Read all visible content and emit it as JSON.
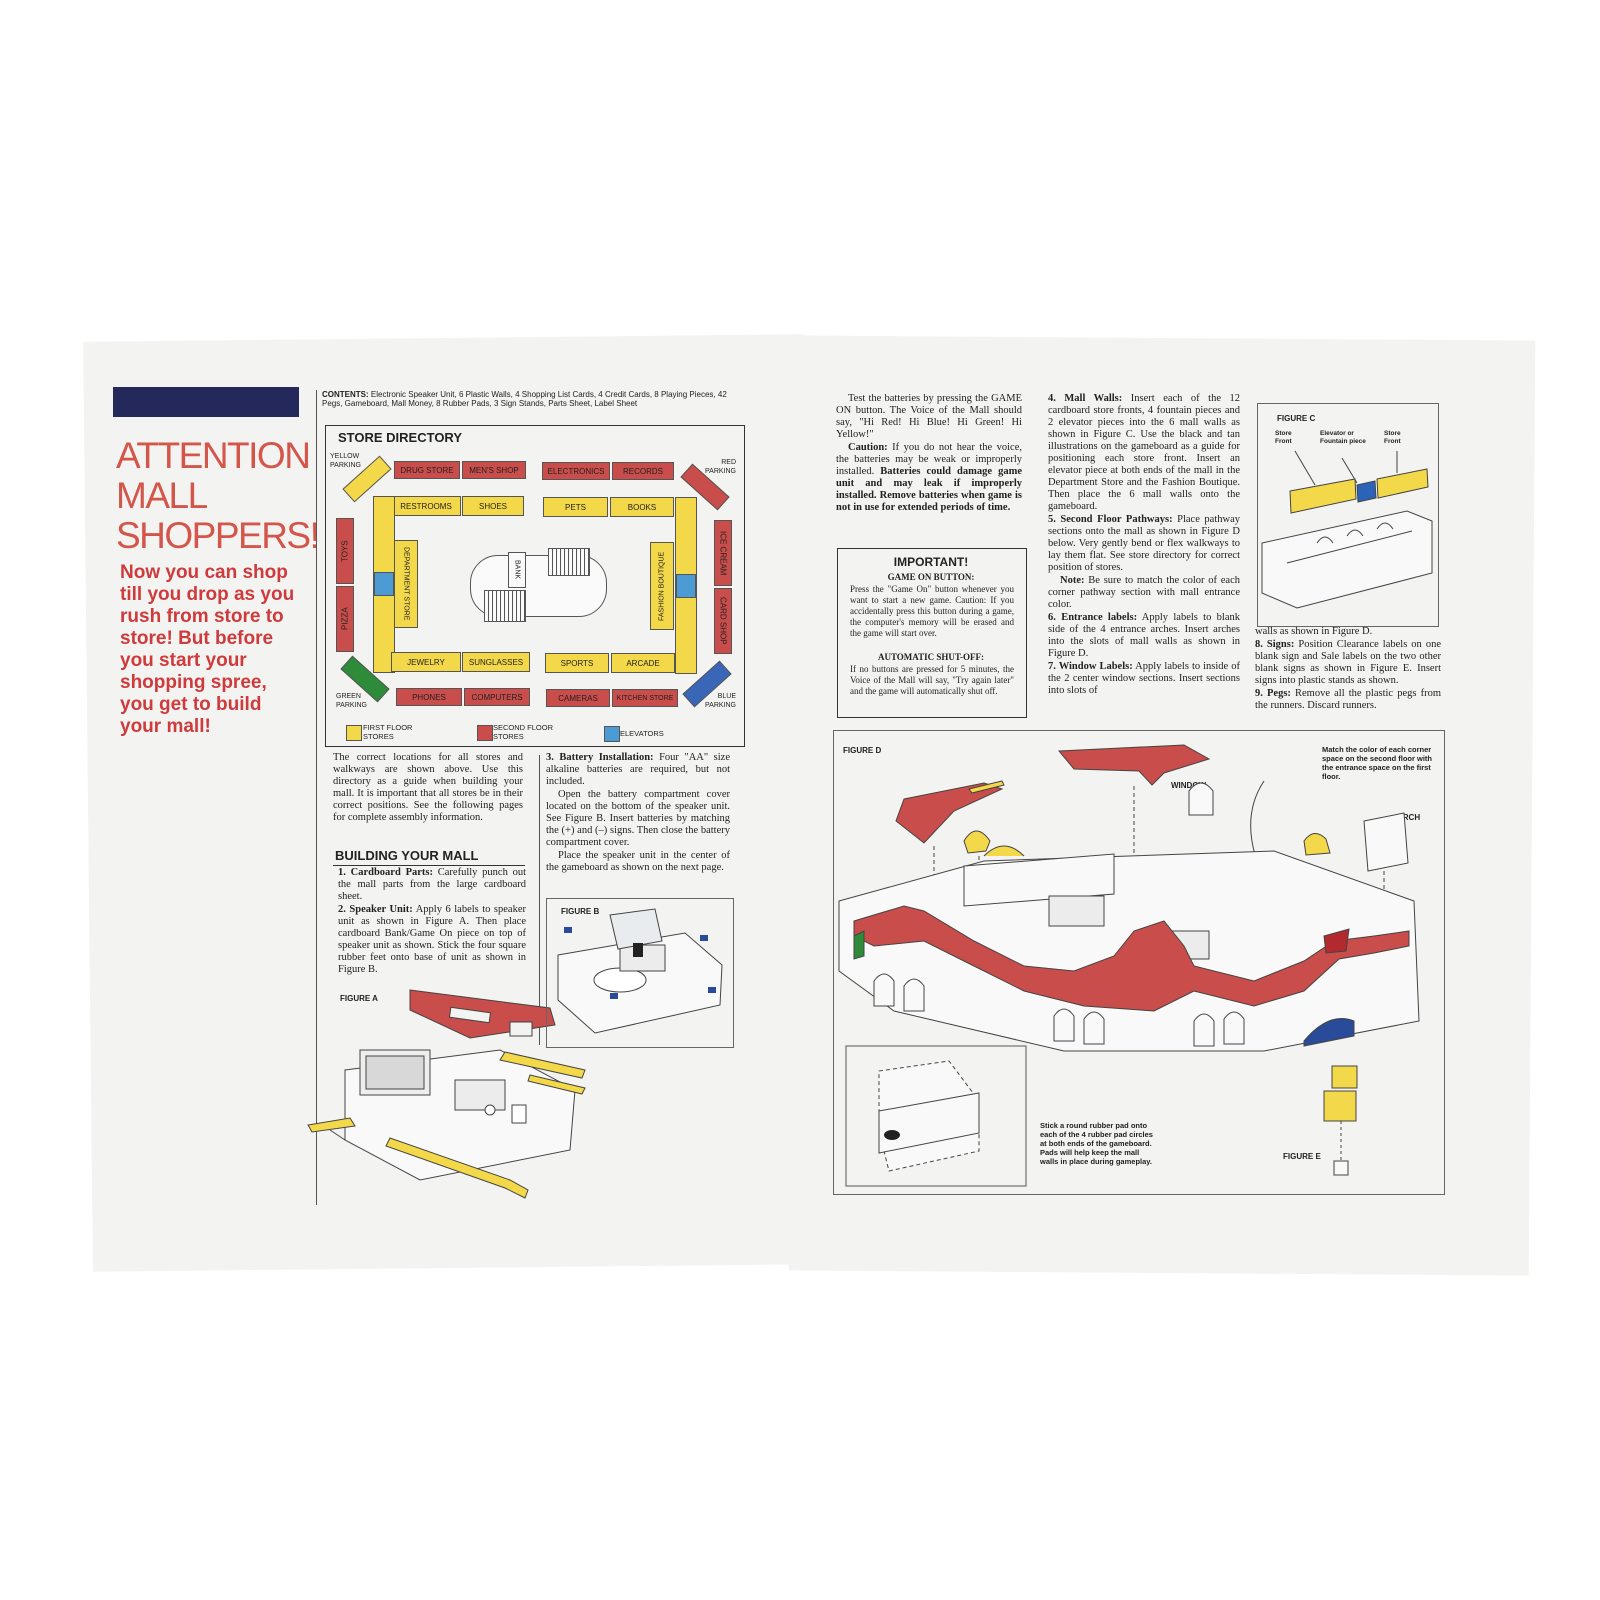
{
  "left_page": {
    "title": "ATTENTION MALL SHOPPERS!",
    "subtitle": "Now you can shop till you drop as you rush from store to store! But before you start your shopping spree, you get to build your mall!"
  },
  "contents": {
    "label": "CONTENTS:",
    "text": "Electronic Speaker Unit, 6 Plastic Walls, 4 Shopping List Cards, 4 Credit Cards, 8 Playing Pieces, 42 Pegs, Gameboard, Mall Money, 8 Rubber Pads, 3 Sign Stands, Parts Sheet, Label Sheet"
  },
  "directory": {
    "title": "STORE DIRECTORY",
    "parking": {
      "yellow": "YELLOW PARKING",
      "red": "RED PARKING",
      "green": "GREEN PARKING",
      "blue": "BLUE PARKING"
    },
    "second_top": [
      "DRUG STORE",
      "MEN'S SHOP",
      "ELECTRONICS",
      "RECORDS"
    ],
    "first_top": [
      "RESTROOMS",
      "SHOES",
      "PETS",
      "BOOKS"
    ],
    "first_bottom": [
      "JEWELRY",
      "SUNGLASSES",
      "SPORTS",
      "ARCADE"
    ],
    "second_bottom": [
      "PHONES",
      "COMPUTERS",
      "CAMERAS",
      "KITCHEN STORE"
    ],
    "second_left": [
      "TOYS",
      "PIZZA"
    ],
    "second_right": [
      "ICE CREAM",
      "CARD SHOP"
    ],
    "department": "DEPARTMENT STORE",
    "fashion": "FASHION BOUTIQUE",
    "bank": "BANK",
    "legend": {
      "first": "FIRST FLOOR STORES",
      "second": "SECOND FLOOR STORES",
      "elevators": "ELEVATORS"
    }
  },
  "col1": {
    "intro": "The correct locations for all stores and walkways are shown above. Use this directory as a guide when building your mall. It is important that all stores be in their correct positions. See the following pages for complete assembly information.",
    "building_title": "BUILDING YOUR MALL",
    "step1_label": "1. Cardboard Parts:",
    "step1": " Carefully punch out the mall parts from the large cardboard sheet.",
    "step2_label": "2. Speaker Unit:",
    "step2": " Apply 6 labels to speaker unit as shown in Figure A. Then place cardboard Bank/Game On piece on top of speaker unit as shown. Stick the four square rubber feet onto base of unit as shown in Figure B.",
    "figure_a": "FIGURE A"
  },
  "col2": {
    "step3_label": "3. Battery Installation:",
    "step3": " Four \"AA\" size alkaline batteries are required, but not included.",
    "step3b": "Open the battery compartment cover located on the bottom of the speaker unit. See Figure B. Insert batteries by matching the (+) and (–) signs. Then close the battery compartment cover.",
    "step3c": "Place the speaker unit in the center of the gameboard as shown on the next page.",
    "figure_b": "FIGURE B"
  },
  "col3": {
    "test": "Test the batteries by pressing the GAME ON button. The Voice of the Mall should say, \"Hi Red! Hi Blue! Hi Green! Hi Yellow!\"",
    "caution_label": "Caution:",
    "caution": " If you do not hear the voice, the batteries may be weak or improperly installed. ",
    "caution_bold": "Batteries could damage game unit and may leak if improperly installed. Remove batteries when game is not in use for extended periods of time.",
    "important_title": "IMPORTANT!",
    "game_on_head": "GAME ON BUTTON:",
    "game_on": "Press the \"Game On\" button whenever you want to start a new game. Caution: If you accidentally press this button during a game, the computer's memory will be erased and the game will start over.",
    "shutoff_head": "AUTOMATIC SHUT-OFF:",
    "shutoff": "If no buttons are pressed for 5 minutes, the Voice of the Mall will say, \"Try again later\" and the game will automatically shut off."
  },
  "col4": {
    "s4_label": "4. Mall Walls:",
    "s4": " Insert each of the 12 cardboard store fronts, 4 fountain pieces and 2 elevator pieces into the 6 mall walls as shown in Figure C. Use the black and tan illustrations on the gameboard as a guide for positioning each store front. Insert an elevator piece at both ends of the mall in the Department Store and the Fashion Boutique. Then place the 6 mall walls onto the gameboard.",
    "s5_label": "5. Second Floor Pathways:",
    "s5": " Place pathway sections onto the mall as shown in Figure D below. Very gently bend or flex walkways to lay them flat. See store directory for correct position of stores.",
    "note_label": "Note:",
    "note": " Be sure to match the color of each corner pathway section with mall entrance color.",
    "s6_label": "6. Entrance labels:",
    "s6": " Apply labels to blank side of the 4 entrance arches. Insert arches into the slots of mall walls as shown in Figure D.",
    "s7_label": "7. Window Labels:",
    "s7": " Apply labels to inside of the 2 center window sections. Insert sections into slots of"
  },
  "col5": {
    "figure_c": "FIGURE C",
    "store_front": "Store Front",
    "elevator": "Elevator or Fountain piece",
    "cont": "walls as shown in Figure D.",
    "s8_label": "8. Signs:",
    "s8": " Position Clearance labels on one blank sign and Sale labels on the two other blank signs as shown in Figure E. Insert signs into plastic stands as shown.",
    "s9_label": "9. Pegs:",
    "s9": " Remove all the plastic pegs from the runners. Discard runners."
  },
  "figure_d": {
    "label": "FIGURE D",
    "window": "WINDOW",
    "arch": "ARCH",
    "match_note": "Match the color of each corner space on the second floor with the entrance space on the first floor.",
    "pad_note": "Stick a round rubber pad onto each of the 4 rubber pad circles at both ends of the gameboard. Pads will help keep the mall walls in place during gameplay.",
    "figure_e": "FIGURE E"
  },
  "colors": {
    "navy": "#25285a",
    "title_red": "#d4554a",
    "yellow": "#f3d84a",
    "red": "#c94d4a",
    "blue": "#4c9bd4",
    "green": "#2e8b3a"
  }
}
